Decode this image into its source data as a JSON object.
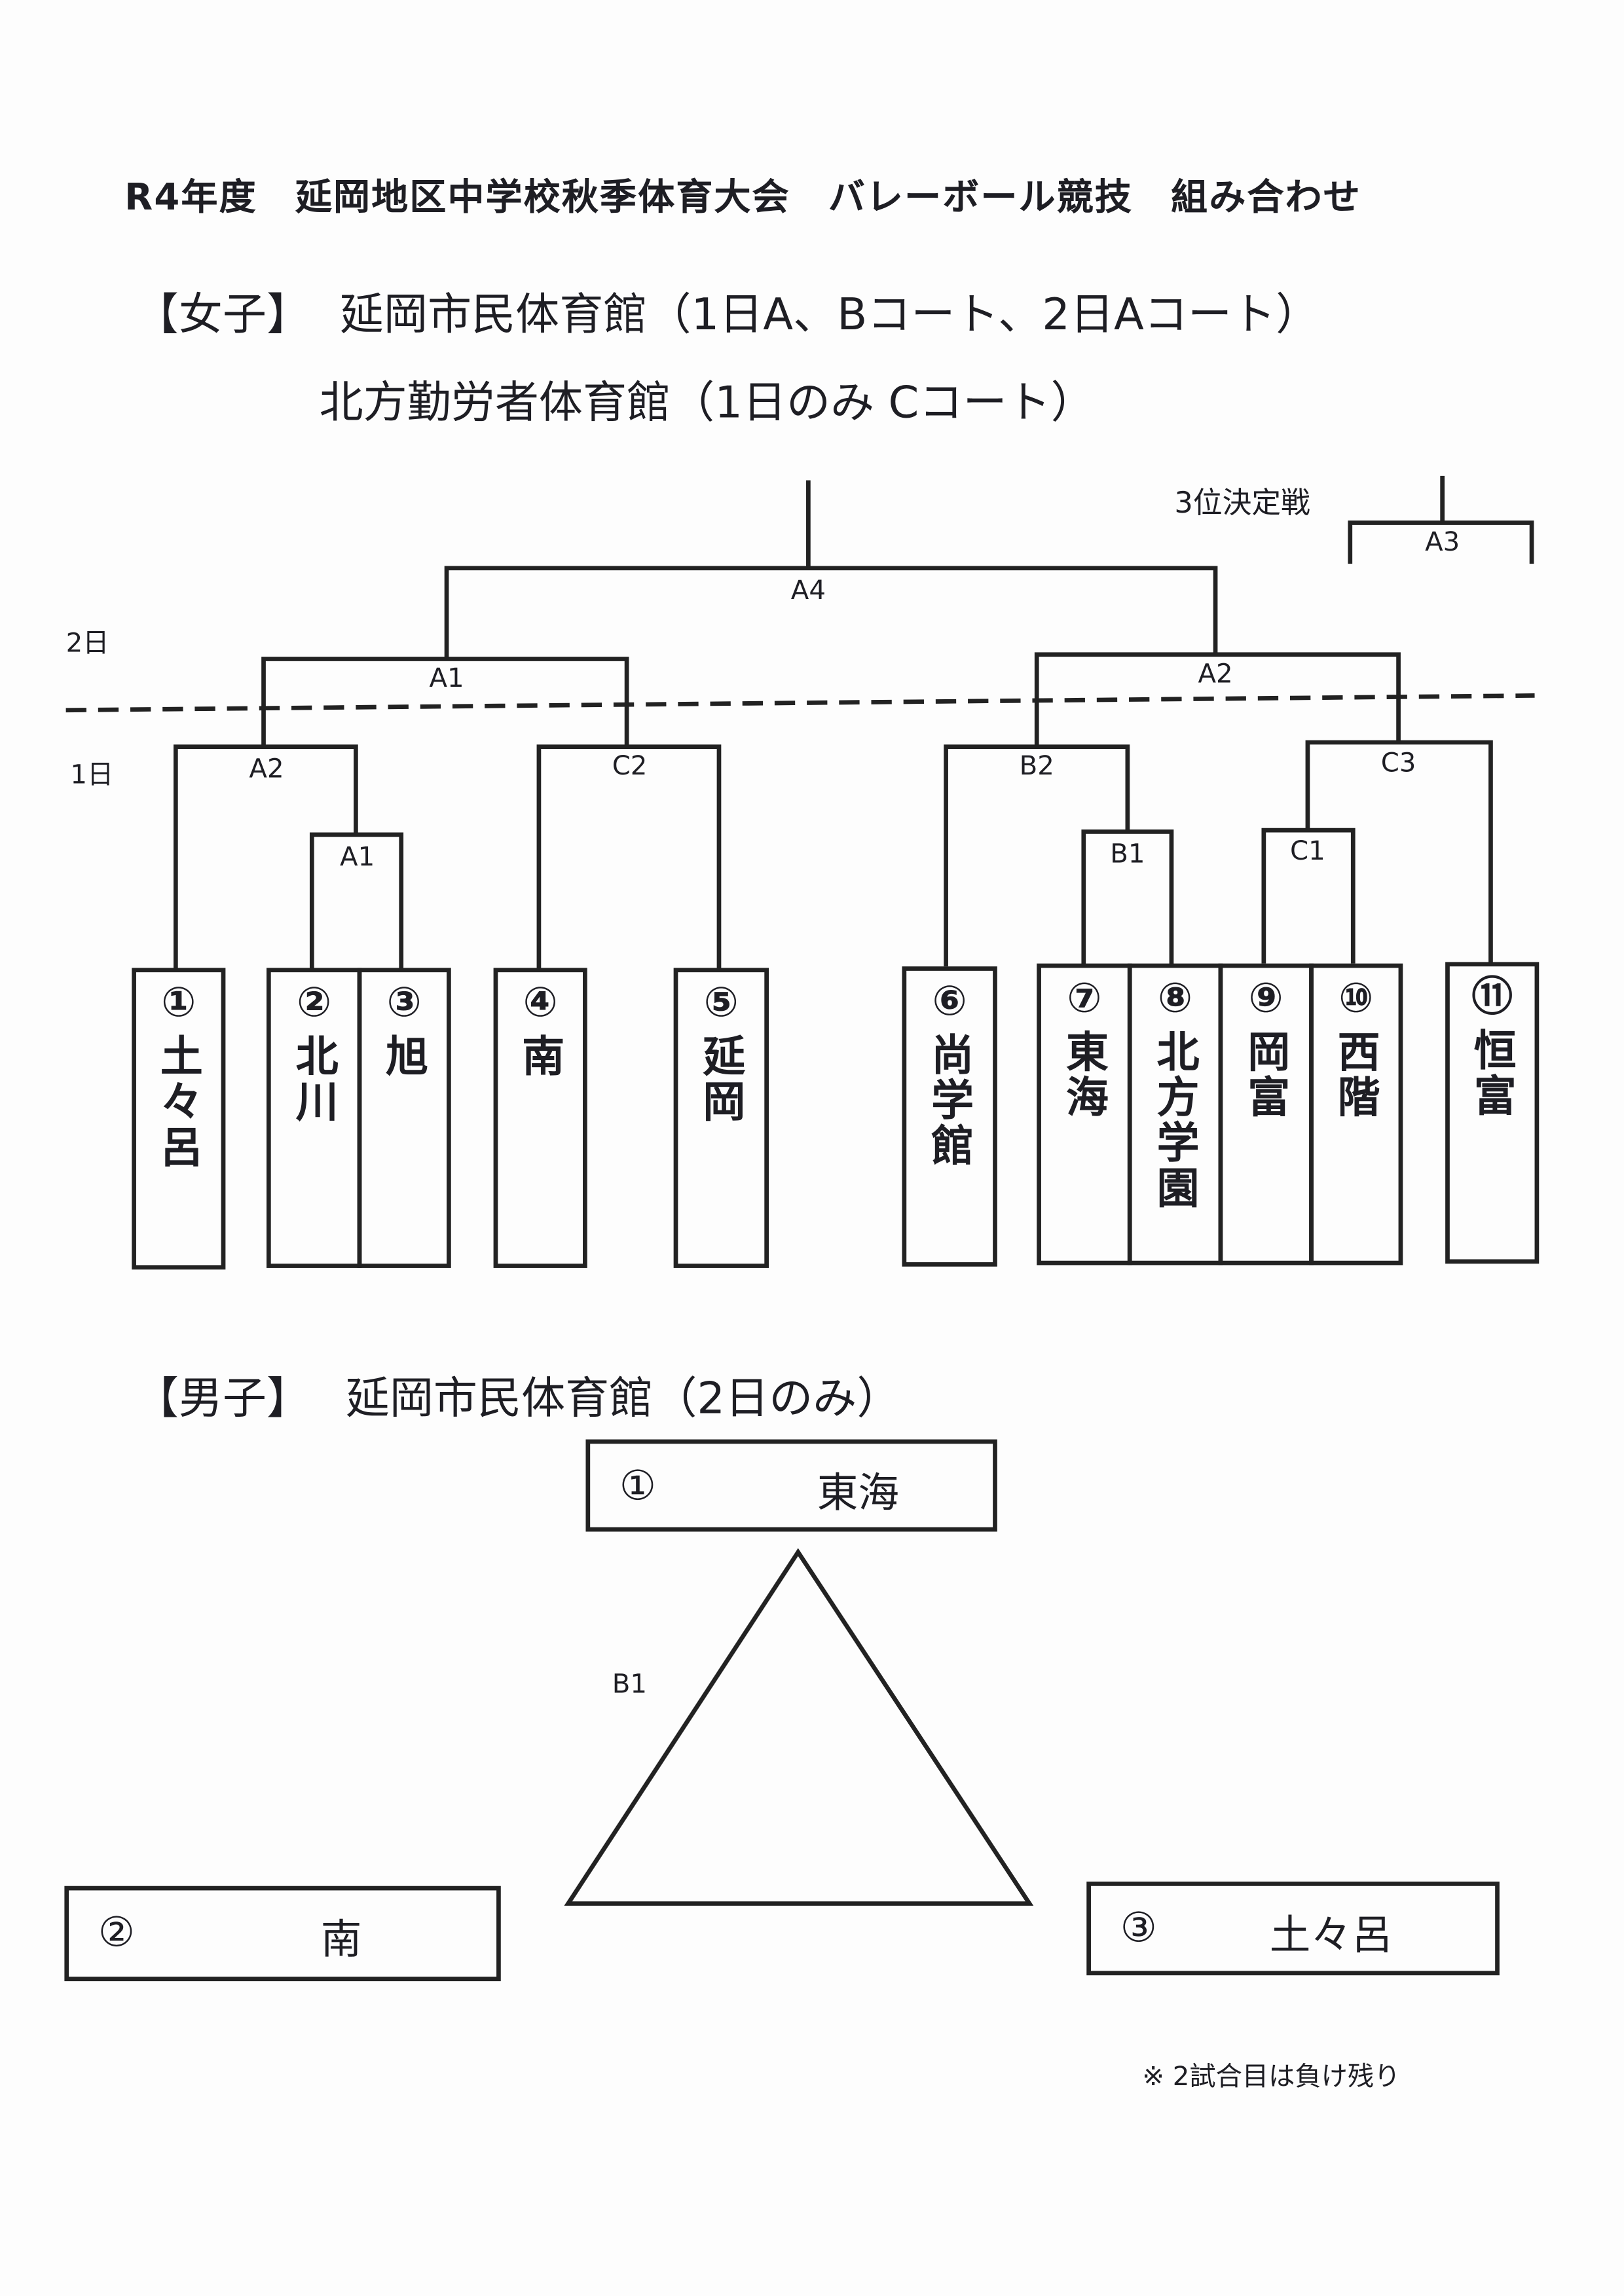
{
  "title": "R4年度　延岡地区中学校秋季体育大会　バレーボール競技　組み合わせ",
  "girls": {
    "heading": "【女子】",
    "venue1": "延岡市民体育館（1日A、Bコート、2日Aコート）",
    "venue2": "北方勤労者体育館（1日のみ Cコート）",
    "day2_label": "2日",
    "day1_label": "1日",
    "third_place_label": "3位決定戦",
    "matches": {
      "final": "A4",
      "third": "A3",
      "semi_left": "A1",
      "semi_right": "A2",
      "r2_1": "A2",
      "r1_1": "A1",
      "r2_2": "C2",
      "r2_3": "B2",
      "r1_2": "B1",
      "r2_4": "C3",
      "r1_3": "C1"
    },
    "teams": [
      {
        "num": "①",
        "name": "土々呂"
      },
      {
        "num": "②",
        "name": "北川"
      },
      {
        "num": "③",
        "name": "旭"
      },
      {
        "num": "④",
        "name": "南"
      },
      {
        "num": "⑤",
        "name": "延岡"
      },
      {
        "num": "⑥",
        "name": "尚学館"
      },
      {
        "num": "⑦",
        "name": "東海"
      },
      {
        "num": "⑧",
        "name": "北方学園"
      },
      {
        "num": "⑨",
        "name": "岡富"
      },
      {
        "num": "⑩",
        "name": "西階"
      },
      {
        "num": "⑪",
        "name": "恒富"
      }
    ]
  },
  "boys": {
    "heading": "【男子】",
    "venue": "延岡市民体育館（2日のみ）",
    "match_label": "B1",
    "teams": [
      {
        "num": "①",
        "name": "東海"
      },
      {
        "num": "②",
        "name": "南"
      },
      {
        "num": "③",
        "name": "土々呂"
      }
    ],
    "note": "※ 2試合目は負け残り"
  }
}
